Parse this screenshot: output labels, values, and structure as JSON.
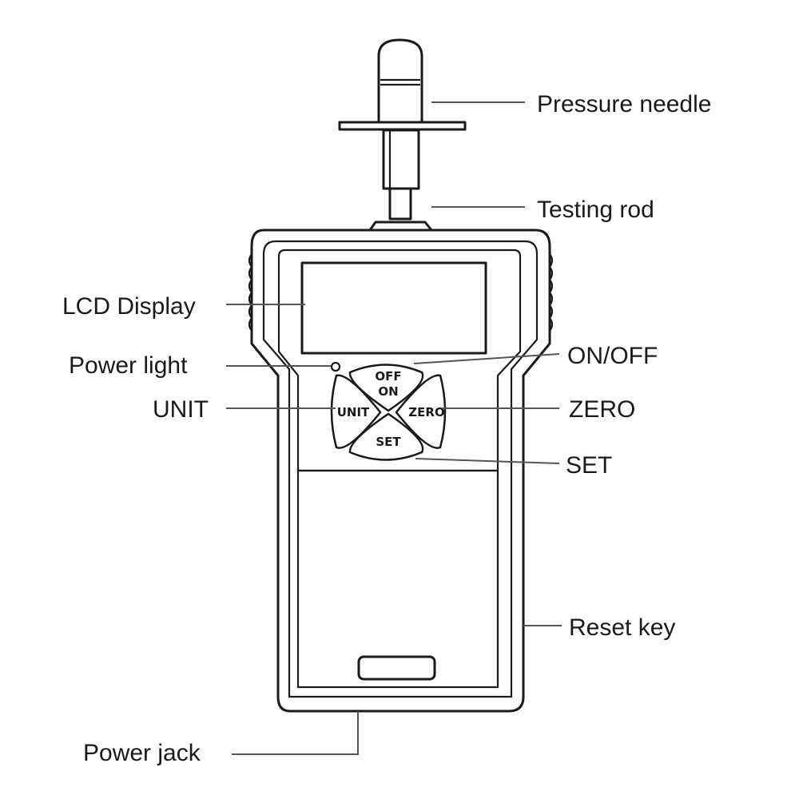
{
  "labels": {
    "pressure_needle": "Pressure needle",
    "testing_rod": "Testing rod",
    "lcd_display": "LCD Display",
    "power_light": "Power light",
    "unit": "UNIT",
    "on_off": "ON/OFF",
    "zero": "ZERO",
    "set": "SET",
    "reset_key": "Reset key",
    "power_jack": "Power jack"
  },
  "buttons": {
    "off": "OFF",
    "on": "ON",
    "unit": "UNIT",
    "zero": "ZERO",
    "set": "SET"
  },
  "colors": {
    "line": "#1a1a1a",
    "leader": "#555555",
    "background": "#ffffff"
  }
}
